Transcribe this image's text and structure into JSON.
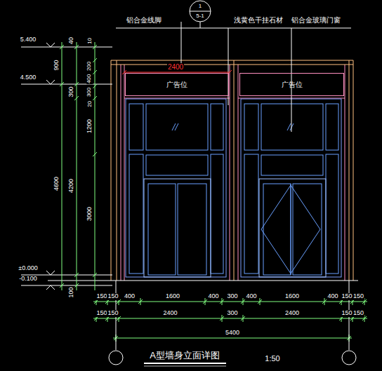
{
  "diagram": {
    "title": "A型墙身立面详图",
    "nodes": [
      {
        "text": [
          "1",
          "5-1"
        ]
      },
      {
        "text": [
          "广告位"
        ]
      },
      {
        "text": [
          "广告位"
        ]
      }
    ],
    "labels": [
      "铝合金线脚",
      "浅黄色干挂石材",
      "铝合金玻璃门窗",
      "2400",
      "5.400",
      "4.500",
      "±0.000",
      "-0.100",
      "900",
      "4600",
      "40",
      "300",
      "4200",
      "100",
      "10",
      "200",
      "400",
      "300",
      "20",
      "1200",
      "3000",
      "150",
      "150",
      "400",
      "1600",
      "400",
      "300",
      "400",
      "1600",
      "400",
      "150",
      "150",
      "150",
      "150",
      "2400",
      "300",
      "2400",
      "150",
      "150",
      "5400",
      "1:50"
    ]
  }
}
